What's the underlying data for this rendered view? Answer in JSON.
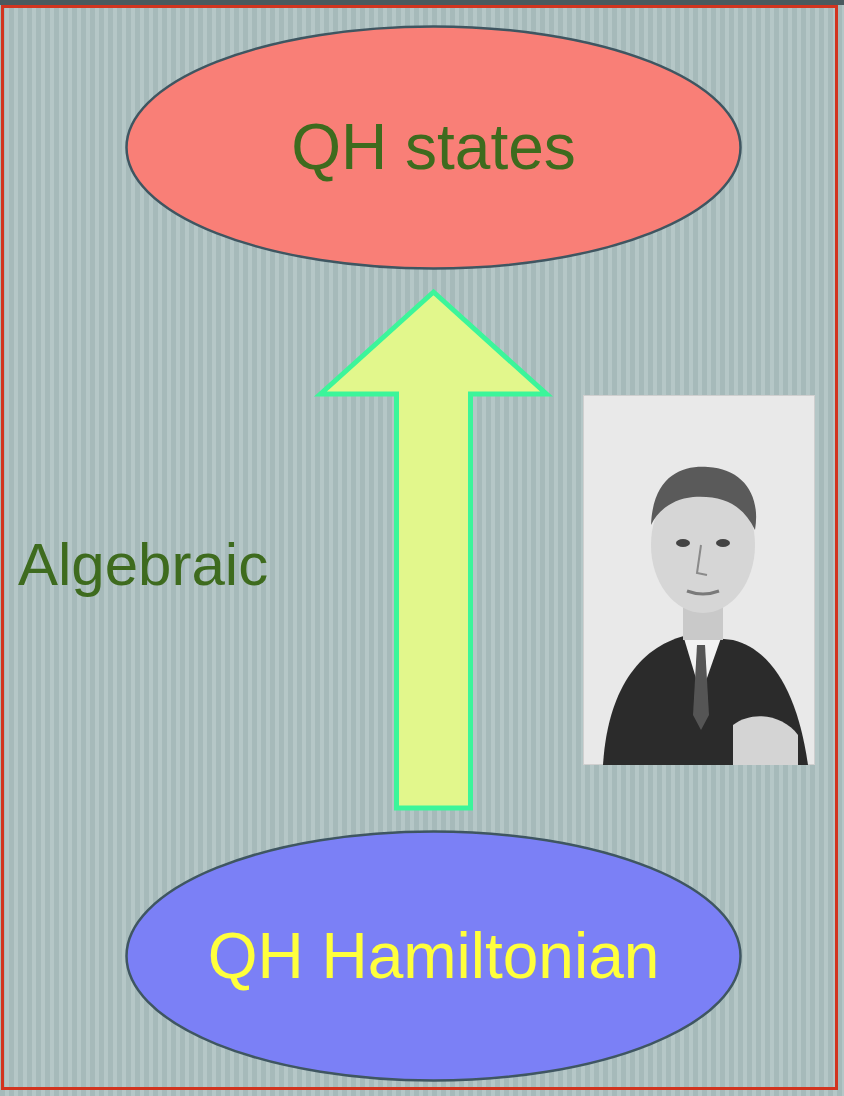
{
  "diagram": {
    "nodes": [
      {
        "text": [
          "QH states"
        ]
      },
      {
        "text": [
          "QH Hamiltonian"
        ]
      }
    ],
    "edges": [
      {
        "from": 1,
        "to": 0,
        "arrow": "to",
        "label": "Algebraic"
      }
    ]
  }
}
